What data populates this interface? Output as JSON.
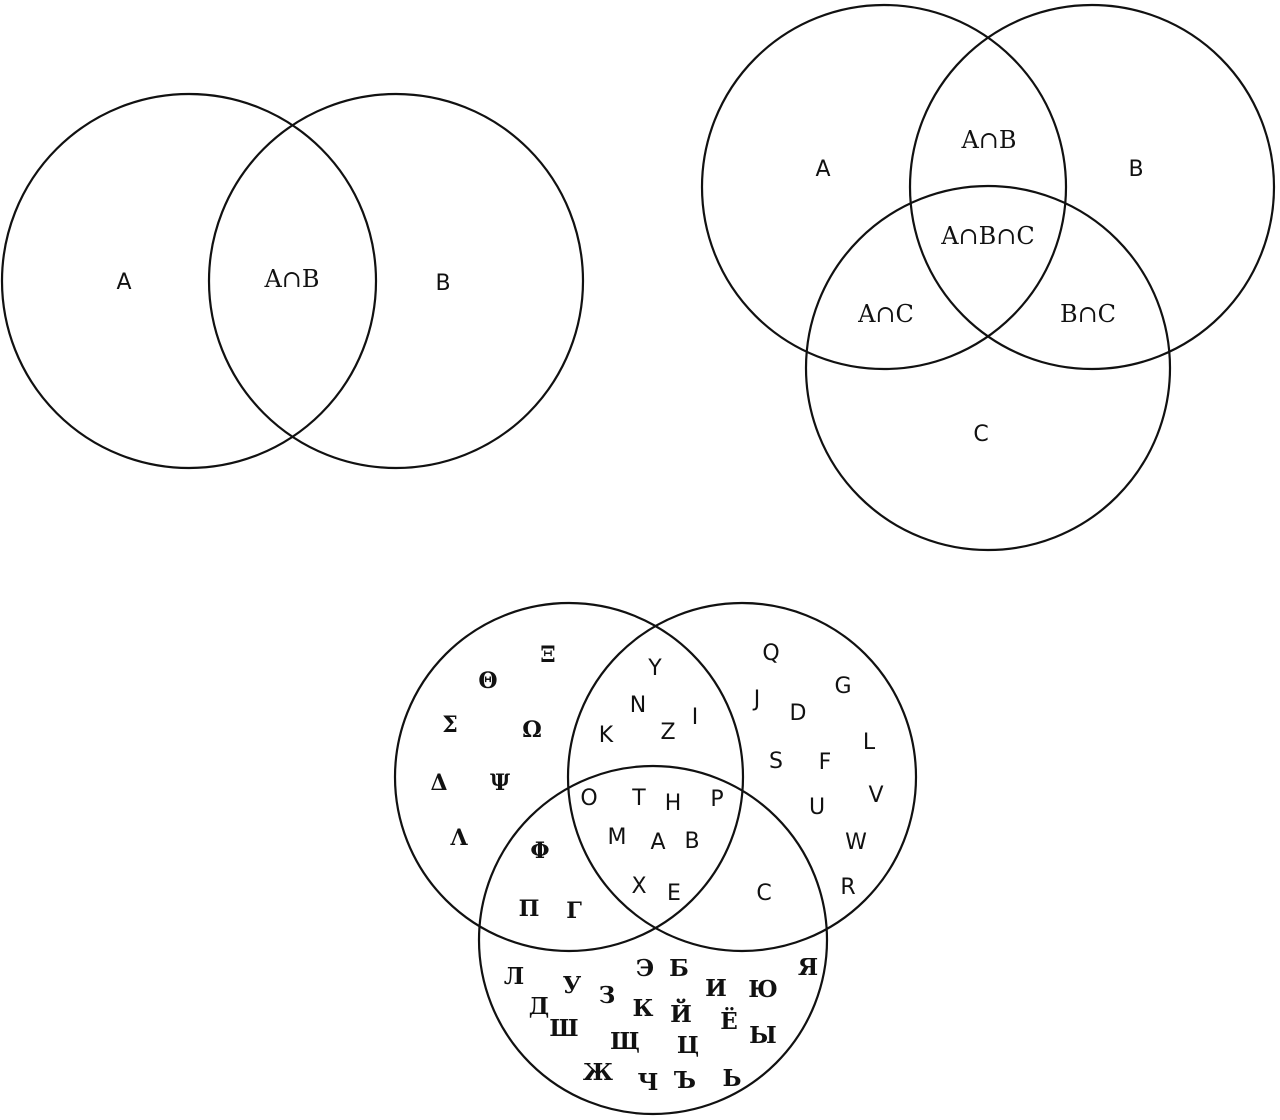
{
  "diagram_two_sets": {
    "labels": {
      "a": "A",
      "ab": "A∩B",
      "b": "B"
    }
  },
  "diagram_three_sets": {
    "labels": {
      "a": "A",
      "b": "B",
      "c": "C",
      "ab": "A∩B",
      "abc": "A∩B∩C",
      "ac": "A∩C",
      "bc": "B∩C"
    }
  },
  "alphabet_diagram": {
    "greek_only": [
      "Θ",
      "Ξ",
      "Σ",
      "Ω",
      "Δ",
      "Ψ",
      "Λ"
    ],
    "greek_and_latin": [
      "Y",
      "N",
      "K",
      "Z",
      "I"
    ],
    "latin_only": [
      "Q",
      "G",
      "J",
      "D",
      "L",
      "S",
      "F",
      "U",
      "V",
      "W",
      "R"
    ],
    "all_three": [
      "O",
      "T",
      "H",
      "P",
      "M",
      "A",
      "B",
      "X",
      "E"
    ],
    "greek_and_cyrillic": [
      "Φ",
      "Π",
      "Γ"
    ],
    "latin_and_cyrillic": [
      "C"
    ],
    "cyrillic_only": [
      "Л",
      "У",
      "Э",
      "Б",
      "Я",
      "Д",
      "З",
      "И",
      "Ю",
      "К",
      "Й",
      "Ш",
      "Ё",
      "Ы",
      "Щ",
      "Ц",
      "Ж",
      "Ч",
      "Ъ",
      "Ь"
    ]
  }
}
